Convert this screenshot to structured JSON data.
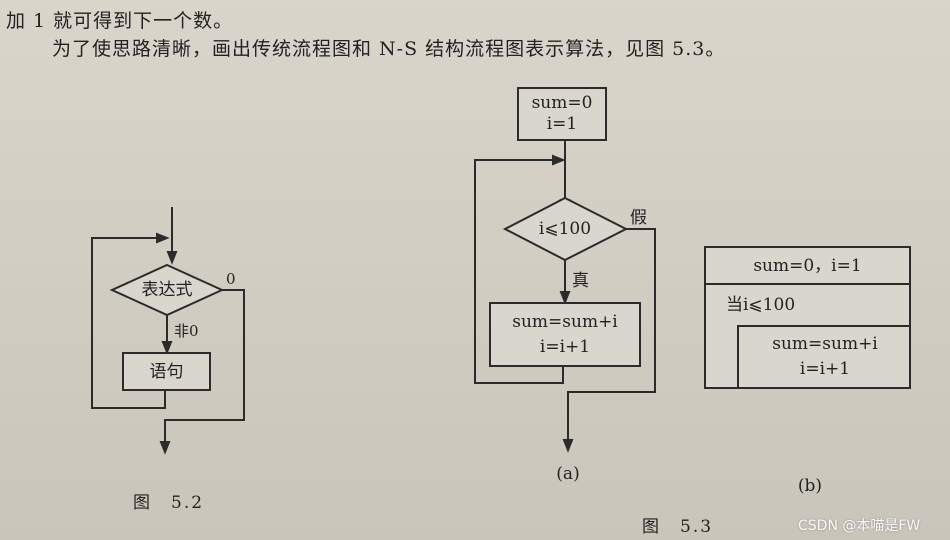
{
  "text": {
    "line1": "加 1 就可得到下一个数。",
    "line2": "为了使思路清晰，画出传统流程图和 N-S 结构流程图表示算法，见图 5.3。"
  },
  "fig52": {
    "decision": "表达式",
    "zero_label": "0",
    "nonzero_label": "非0",
    "statement": "语句",
    "caption": "图　5.2"
  },
  "fig53a": {
    "init_line1": "sum=0",
    "init_line2": "i=1",
    "condition": "i⩽100",
    "false_label": "假",
    "true_label": "真",
    "body_line1": "sum=sum+i",
    "body_line2": "i=i+1",
    "sub_caption": "(a)"
  },
  "fig53b": {
    "init": "sum=0，i=1",
    "loop": "当i⩽100",
    "body_line1": "sum=sum+i",
    "body_line2": "i=i+1",
    "sub_caption": "(b)"
  },
  "caption53": "图　5.3",
  "watermark": "CSDN @本喵是FW"
}
